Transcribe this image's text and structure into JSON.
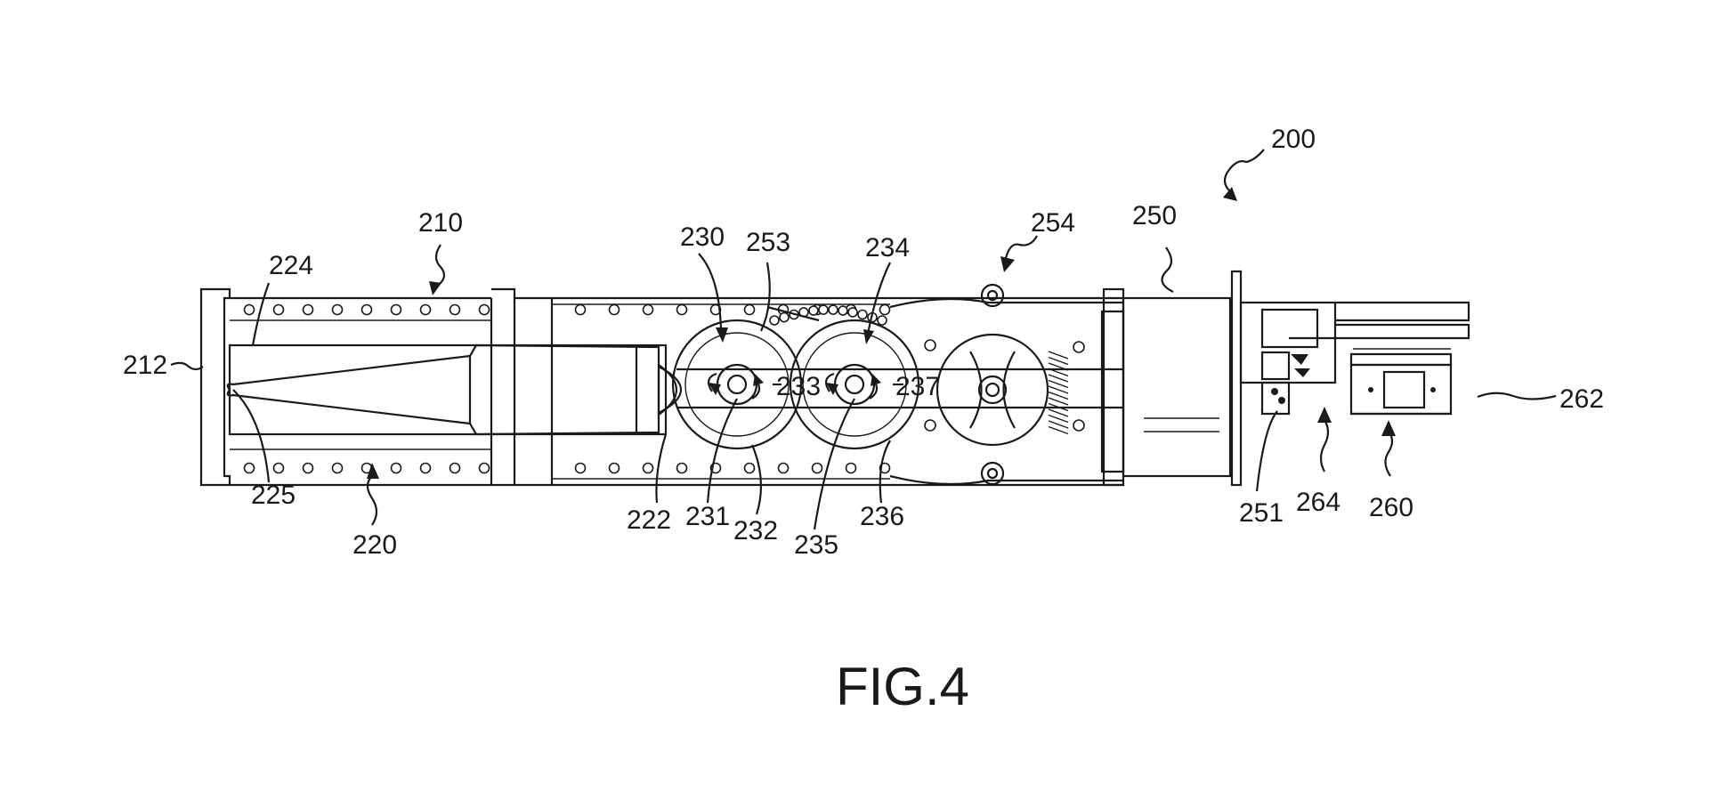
{
  "figure": {
    "caption": "FIG.4",
    "labels": [
      {
        "id": "200",
        "text": "200"
      },
      {
        "id": "210",
        "text": "210"
      },
      {
        "id": "212",
        "text": "212"
      },
      {
        "id": "220",
        "text": "220"
      },
      {
        "id": "222",
        "text": "222"
      },
      {
        "id": "224",
        "text": "224"
      },
      {
        "id": "225",
        "text": "225"
      },
      {
        "id": "230",
        "text": "230"
      },
      {
        "id": "231",
        "text": "231"
      },
      {
        "id": "232",
        "text": "232"
      },
      {
        "id": "233",
        "text": "233"
      },
      {
        "id": "234",
        "text": "234"
      },
      {
        "id": "235",
        "text": "235"
      },
      {
        "id": "236",
        "text": "236"
      },
      {
        "id": "237",
        "text": "237"
      },
      {
        "id": "250",
        "text": "250"
      },
      {
        "id": "251",
        "text": "251"
      },
      {
        "id": "253",
        "text": "253"
      },
      {
        "id": "254",
        "text": "254"
      },
      {
        "id": "260",
        "text": "260"
      },
      {
        "id": "262",
        "text": "262"
      },
      {
        "id": "264",
        "text": "264"
      }
    ]
  },
  "colors": {
    "ink": "#1a1a1a",
    "paper": "#ffffff"
  }
}
